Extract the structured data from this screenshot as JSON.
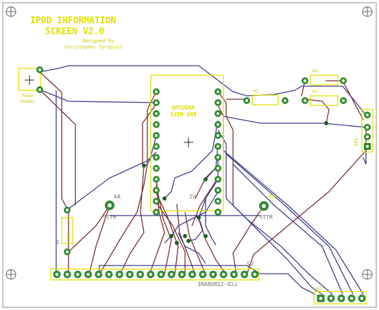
{
  "title": {
    "line1": "IPOD INFORMATION",
    "line2": "SCREEN V2.0",
    "line3": "Designed by",
    "line4": "Christopher Tarquini"
  },
  "labels": {
    "header_pins": "Header",
    "power": "Power",
    "arduino_name": "ARDUINO",
    "arduino_sub": "PRO MINI",
    "u1": "U1",
    "tact_left": "MTTP",
    "tact_right": "MTTP",
    "sw_left": "A4",
    "sw_right": "A5",
    "lcd": "LCD-1286BARE",
    "u2": "U2",
    "r4": "R4",
    "r3": "R3",
    "r1": "R1",
    "ic_pin": "IP1",
    "bottom": "H1",
    "r_vert": "R4",
    "pin_left": "3"
  },
  "colors": {
    "board_outline": "#8a8a8a",
    "silk": "#e0e000",
    "pad": "#2e8b2e",
    "top_trace": "#3a3a8c",
    "bottom_trace": "#7a2a2a"
  }
}
